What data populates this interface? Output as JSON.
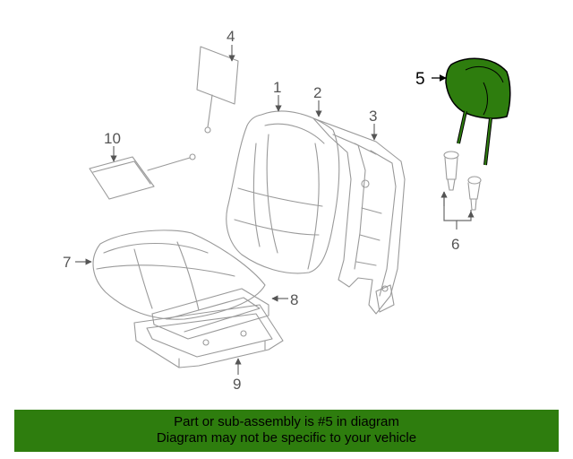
{
  "callouts": {
    "c1": "1",
    "c2": "2",
    "c3": "3",
    "c4": "4",
    "c5": "5",
    "c6": "6",
    "c7": "7",
    "c8": "8",
    "c9": "9",
    "c10": "10"
  },
  "highlight_color": "#2e7d0e",
  "banner": {
    "line1": "Part or sub-assembly is #5 in diagram",
    "line2": "Diagram may not be specific to your vehicle"
  }
}
